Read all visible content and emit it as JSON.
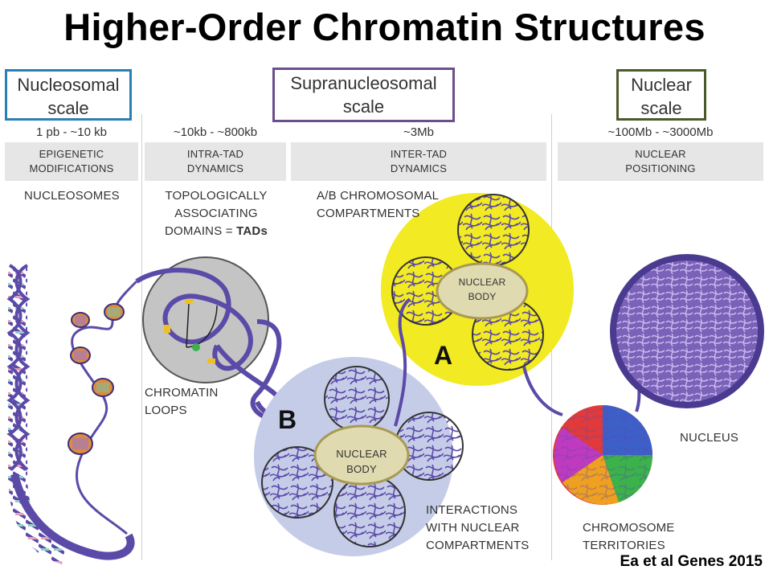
{
  "title": "Higher-Order Chromatin Structures",
  "scales": [
    {
      "label_line1": "Nucleosomal",
      "label_line2": "scale",
      "color": "#2a7fb5"
    },
    {
      "label_line1": "Supranucleosomal",
      "label_line2": "scale",
      "color": "#6b4e8c"
    },
    {
      "label_line1": "Nuclear",
      "label_line2": "scale",
      "color": "#4a5a2a"
    }
  ],
  "ranges": [
    "1 pb - ~10 kb",
    "~10kb - ~800kb",
    "~3Mb",
    "~100Mb - ~3000Mb"
  ],
  "bands": [
    {
      "line1": "EPIGENETIC",
      "line2": "MODIFICATIONS"
    },
    {
      "line1": "INTRA-TAD",
      "line2": "DYNAMICS"
    },
    {
      "line1": "INTER-TAD",
      "line2": "DYNAMICS"
    },
    {
      "line1": "NUCLEAR",
      "line2": "POSITIONING"
    }
  ],
  "labels": {
    "nucleosomes": "NUCLEOSOMES",
    "tad_line1": "TOPOLOGICALLY",
    "tad_line2": "ASSOCIATING",
    "tad_line3_prefix": "DOMAINS = ",
    "tad_line3_bold": "TADs",
    "ab_line1": "A/B CHROMOSOMAL",
    "ab_line2": "COMPARTMENTS",
    "loops_line1": "CHROMATIN",
    "loops_line2": "LOOPS",
    "nuclear_body_line1": "NUCLEAR",
    "nuclear_body_line2": "BODY",
    "compartment_a": "A",
    "compartment_b": "B",
    "interactions_line1": "INTERACTIONS",
    "interactions_line2": "WITH NUCLEAR",
    "interactions_line3": "COMPARTMENTS",
    "nucleus": "NUCLEUS",
    "territories_line1": "CHROMOSOME",
    "territories_line2": "TERRITORIES"
  },
  "citation": "Ea et al Genes 2015",
  "colors": {
    "chromatin": "#5b4aa8",
    "compartment_a": "#f2ea22",
    "compartment_b": "#c5cce8",
    "tad_circle": "#c4c4c4",
    "nuclear_body": "#e0dab0"
  }
}
